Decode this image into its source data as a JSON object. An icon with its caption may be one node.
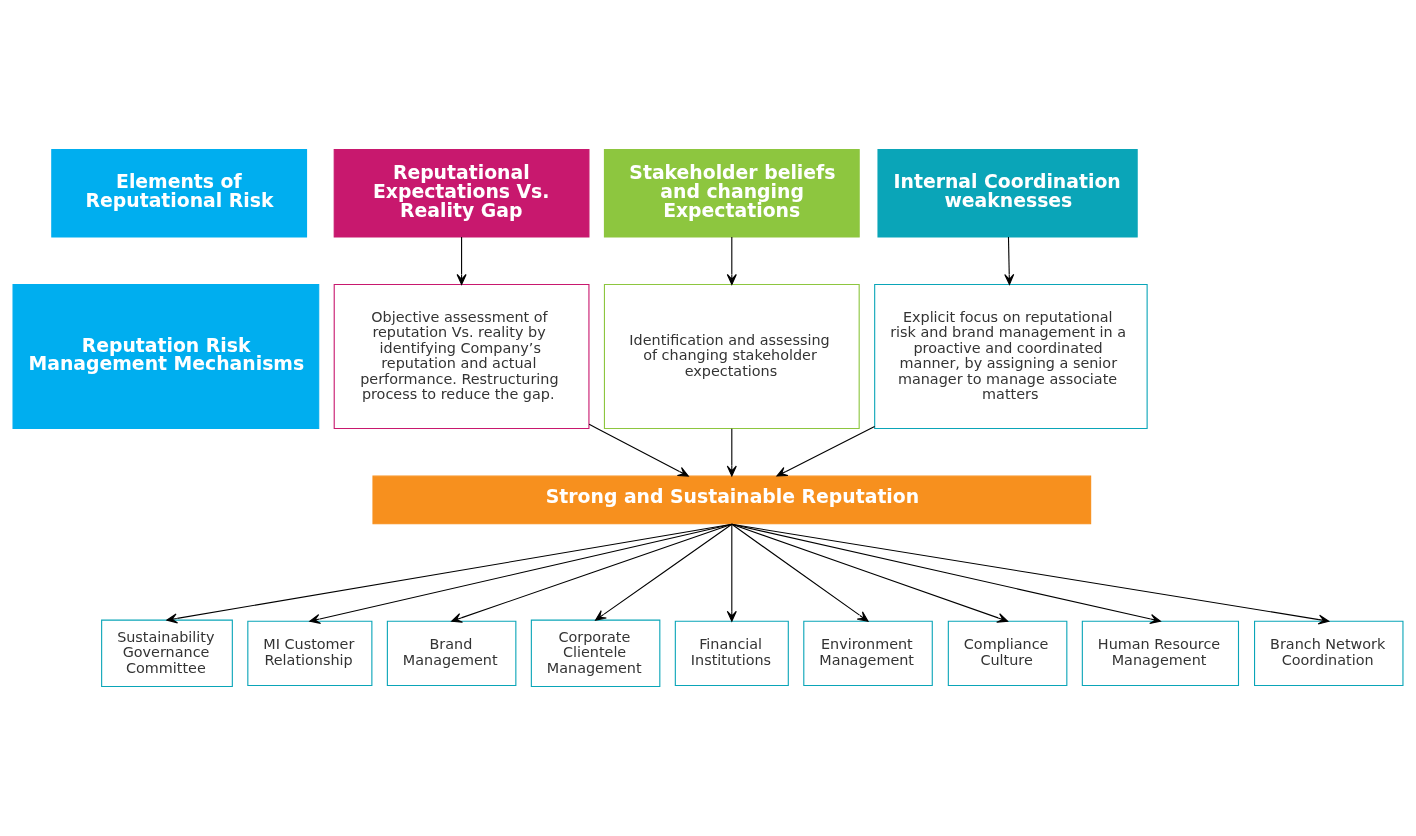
{
  "diagram": {
    "nodes": [
      {
        "text": [
          "Elements of Reputational Risk"
        ]
      },
      {
        "text": [
          "Reputational Expectations Vs. Reality Gap"
        ]
      },
      {
        "text": [
          "Stakeholder beliefs and changing Expectations"
        ]
      },
      {
        "text": [
          "Internal Coordination weaknesses"
        ]
      },
      {
        "text": [
          "Reputation Risk Management Mechanisms"
        ]
      },
      {
        "text": [
          "Objective assessment of reputation Vs. reality by identifying Company’s reputation and actual performance. Restructuring process to reduce the gap."
        ]
      },
      {
        "text": [
          "Identification and assessing of changing stakeholder expectations"
        ]
      },
      {
        "text": [
          "Explicit focus on reputational risk and brand management in a proactive and coordinated manner, by assigning a senior manager to manage associate matters"
        ]
      },
      {
        "text": [
          "Strong and Sustainable Reputation"
        ]
      },
      {
        "text": [
          "Sustainability Governance Committee"
        ]
      },
      {
        "text": [
          "MI Customer Relationship"
        ]
      },
      {
        "text": [
          "Brand Management"
        ]
      },
      {
        "text": [
          "Corporate Clientele Management"
        ]
      },
      {
        "text": [
          "Financial Institutions"
        ]
      },
      {
        "text": [
          "Environment Management"
        ]
      },
      {
        "text": [
          "Compliance Culture"
        ]
      },
      {
        "text": [
          "Human Resource Management"
        ]
      },
      {
        "text": [
          "Branch Network Coordination"
        ]
      }
    ],
    "edges": [
      {
        "from": 1,
        "to": 5,
        "arrow": "to"
      },
      {
        "from": 2,
        "to": 6,
        "arrow": "to"
      },
      {
        "from": 3,
        "to": 7,
        "arrow": "to"
      },
      {
        "from": 5,
        "to": 8,
        "arrow": "to"
      },
      {
        "from": 6,
        "to": 8,
        "arrow": "to"
      },
      {
        "from": 7,
        "to": 8,
        "arrow": "to"
      },
      {
        "from": 8,
        "to": 9,
        "arrow": "to"
      },
      {
        "from": 8,
        "to": 10,
        "arrow": "to"
      },
      {
        "from": 8,
        "to": 11,
        "arrow": "to"
      },
      {
        "from": 8,
        "to": 12,
        "arrow": "to"
      },
      {
        "from": 8,
        "to": 13,
        "arrow": "to"
      },
      {
        "from": 8,
        "to": 14,
        "arrow": "to"
      },
      {
        "from": 8,
        "to": 15,
        "arrow": "to"
      },
      {
        "from": 8,
        "to": 16,
        "arrow": "to"
      },
      {
        "from": 8,
        "to": 17,
        "arrow": "to"
      }
    ]
  }
}
